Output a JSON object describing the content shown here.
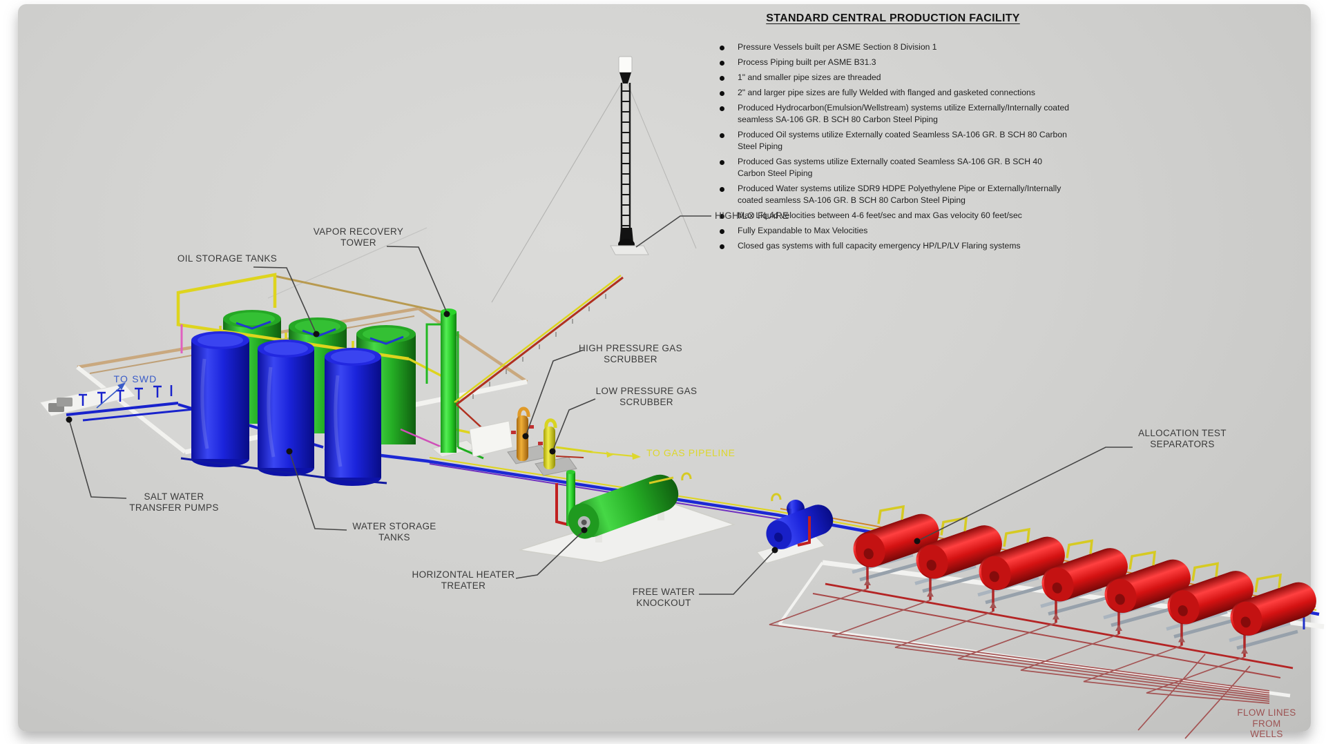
{
  "title": "STANDARD CENTRAL PRODUCTION FACILITY",
  "specs": [
    "Pressure Vessels built per ASME Section 8 Division 1",
    "Process Piping built per ASME B31.3",
    "1\" and smaller pipe sizes are threaded",
    "2\" and larger pipe sizes are fully Welded with flanged and gasketed connections",
    "Produced Hydrocarbon(Emulsion/Wellstream) systems utilize Externally/Internally coated seamless SA-106 GR. B SCH 80 Carbon Steel Piping",
    "Produced Oil systems utilize Externally coated Seamless SA-106 GR. B SCH 80 Carbon Steel Piping",
    "Produced Gas systems utilize Externally coated Seamless SA-106 GR. B SCH 40 Carbon Steel Piping",
    "Produced Water systems utilize SDR9 HDPE Polyethylene Pipe or Externally/Internally coated seamless SA-106 GR. B SCH 80 Carbon Steel Piping",
    "Max Liquid velocities between 4-6 feet/sec and max Gas velocity 60 feet/sec",
    "Fully Expandable to Max Velocities",
    "Closed gas systems with full capacity emergency HP/LP/LV Flaring systems"
  ],
  "equipment_labels": {
    "oil_storage_tanks": "OIL STORAGE TANKS",
    "vapor_recovery_tower": "VAPOR RECOVERY\nTOWER",
    "high_lo_flare": "HIGH/LO FLARE",
    "to_swd": "TO SWD",
    "salt_water_transfer_pumps": "SALT WATER\nTRANSFER PUMPS",
    "water_storage_tanks": "WATER STORAGE\nTANKS",
    "high_pressure_gas_scrubber": "HIGH PRESSURE GAS\nSCRUBBER",
    "low_pressure_gas_scrubber": "LOW PRESSURE GAS\nSCRUBBER",
    "to_gas_pipeline": "TO GAS PIPELINE",
    "horizontal_heater_treater": "HORIZONTAL HEATER\nTREATER",
    "free_water_knockout": "FREE WATER\nKNOCKOUT",
    "allocation_test_separators": "ALLOCATION TEST\nSEPARATORS",
    "flow_lines_from_wells": "FLOW LINES FROM\nWELLS"
  },
  "colors": {
    "background_gray": "#d3d3d1",
    "label_text": "#3a3a3a",
    "to_swd_text": "#3a5cc8",
    "to_gas_pipeline_text": "#ddd72c",
    "flow_lines_text": "#9c5252",
    "water_tank_blue": "#1a22dc",
    "oil_tank_green": "#2ab42a",
    "separator_red": "#cc1414",
    "hp_scrubber_orange": "#e8a020",
    "lp_scrubber_yellow": "#e0dc20",
    "flare_black": "#1a1a1a",
    "pipe_yellow": "#ded41e",
    "pipe_blue": "#1c28d4",
    "pipe_red": "#b03020",
    "pipe_purple": "#7030c0",
    "pipe_pink": "#e060c0",
    "flow_line_red": "#a45454",
    "platform_white": "#f2f2f0",
    "berm_tan": "#c9a87e"
  }
}
